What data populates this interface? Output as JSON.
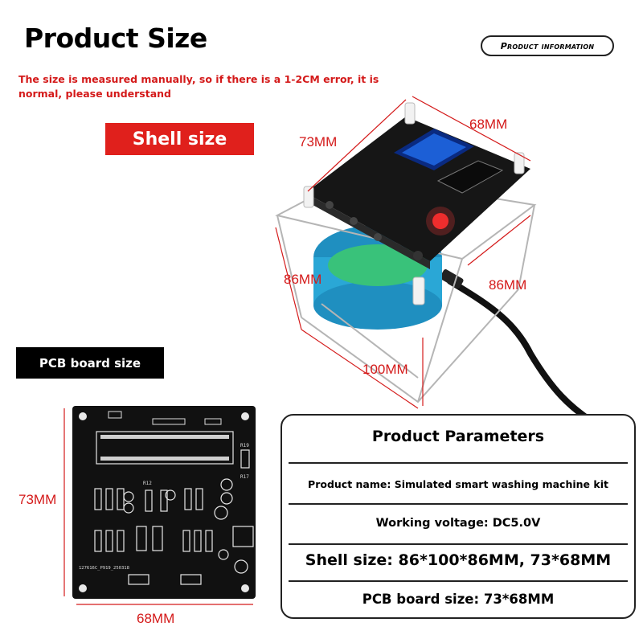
{
  "header": {
    "title": "Product Size",
    "badge": "Product information",
    "note": "The size is measured manually, so if there is a 1-2CM error, it is normal, please understand"
  },
  "labels": {
    "shell_size": "Shell size",
    "pcb_board_size": "PCB board size"
  },
  "shell_dimensions": {
    "top_left": "73MM",
    "top_right": "68MM",
    "side_left": "86MM",
    "side_right": "86MM",
    "height": "100MM"
  },
  "pcb_dimensions": {
    "height": "73MM",
    "width": "68MM"
  },
  "pcb_silkscreen": {
    "r19": "R19",
    "r17": "R17",
    "r12": "R12",
    "code": "127616C_P919_250318"
  },
  "parameters": {
    "heading": "Product Parameters",
    "rows": [
      "Product name: Simulated smart washing machine kit",
      "Working voltage: DC5.0V",
      "Shell size: 86*100*86MM, 73*68MM",
      "PCB board size: 73*68MM"
    ]
  },
  "colors": {
    "accent_red": "#e0201c",
    "dimension_red": "#d41a1a",
    "pcb_black": "#111111",
    "drum_blue": "#2aa7d6"
  }
}
